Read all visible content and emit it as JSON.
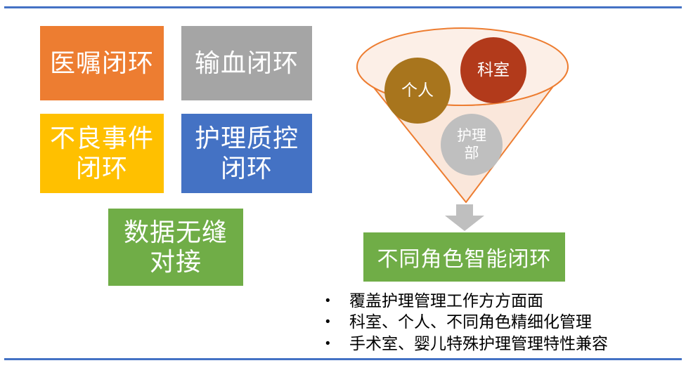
{
  "slide": {
    "accent_line_color": "#4472C4",
    "boxes": [
      {
        "label": "医嘱闭环",
        "color": "#ED7D31"
      },
      {
        "label": "输血闭环",
        "color": "#A5A5A5"
      },
      {
        "label": "不良事件\n闭环",
        "color": "#FFC000"
      },
      {
        "label": "护理质控\n闭环",
        "color": "#4472C4"
      },
      {
        "label": "数据无缝\n对接",
        "color": "#70AD47"
      }
    ],
    "funnel": {
      "outline_color": "#ED7D31",
      "fill_color": "#FAE7DB",
      "mouth_fill_color": "#FCEFE7",
      "circles": [
        {
          "label": "个人",
          "color": "#A8751D"
        },
        {
          "label": "科室",
          "color": "#B23A1B"
        },
        {
          "label": "护理\n部",
          "color": "#BFBFBF"
        }
      ],
      "arrow_color": "#BFBFBF"
    },
    "result_box": {
      "label": "不同角色智能闭环",
      "color": "#70AD47"
    },
    "bullets": [
      {
        "text": "覆盖护理管理工作方方面面"
      },
      {
        "text": "科室、个人、不同角色精细化管理"
      },
      {
        "text": "手术室、婴儿特殊护理管理特性兼容"
      }
    ]
  }
}
